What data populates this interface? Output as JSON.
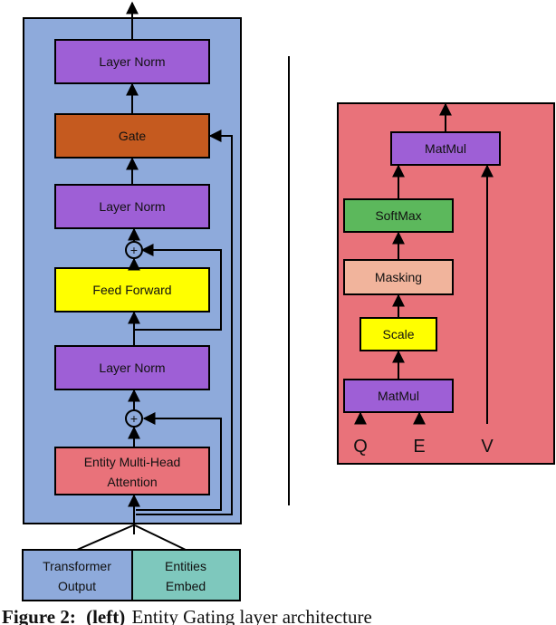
{
  "left_block": {
    "layer_norm_top": "Layer Norm",
    "gate": "Gate",
    "layer_norm_middle": "Layer Norm",
    "feed_forward": "Feed Forward",
    "layer_norm_bottom": "Layer Norm",
    "attention_line1": "Entity Multi-Head",
    "attention_line2": "Attention",
    "add_symbol": "+"
  },
  "inputs": {
    "transformer_line1": "Transformer",
    "transformer_line2": "Output",
    "entities_line1": "Entities",
    "entities_line2": "Embed"
  },
  "right_block": {
    "matmul_top": "MatMul",
    "softmax": "SoftMax",
    "masking": "Masking",
    "scale": "Scale",
    "matmul_bottom": "MatMul",
    "q": "Q",
    "e": "E",
    "v": "V"
  },
  "caption": {
    "figure_label": "Figure 2:",
    "side": "(left)",
    "text": "Entity Gating layer architecture"
  },
  "colors": {
    "left_panel": "#8eaadb",
    "right_panel": "#e9727a",
    "purple": "#9e5fd6",
    "gate": "#c55a1f",
    "yellow": "#ffff00",
    "attention": "#e9727a",
    "softmax": "#5cb85c",
    "masking": "#f1b49c",
    "transformer_box": "#8eaadb",
    "entities_box": "#7ec8bd"
  }
}
